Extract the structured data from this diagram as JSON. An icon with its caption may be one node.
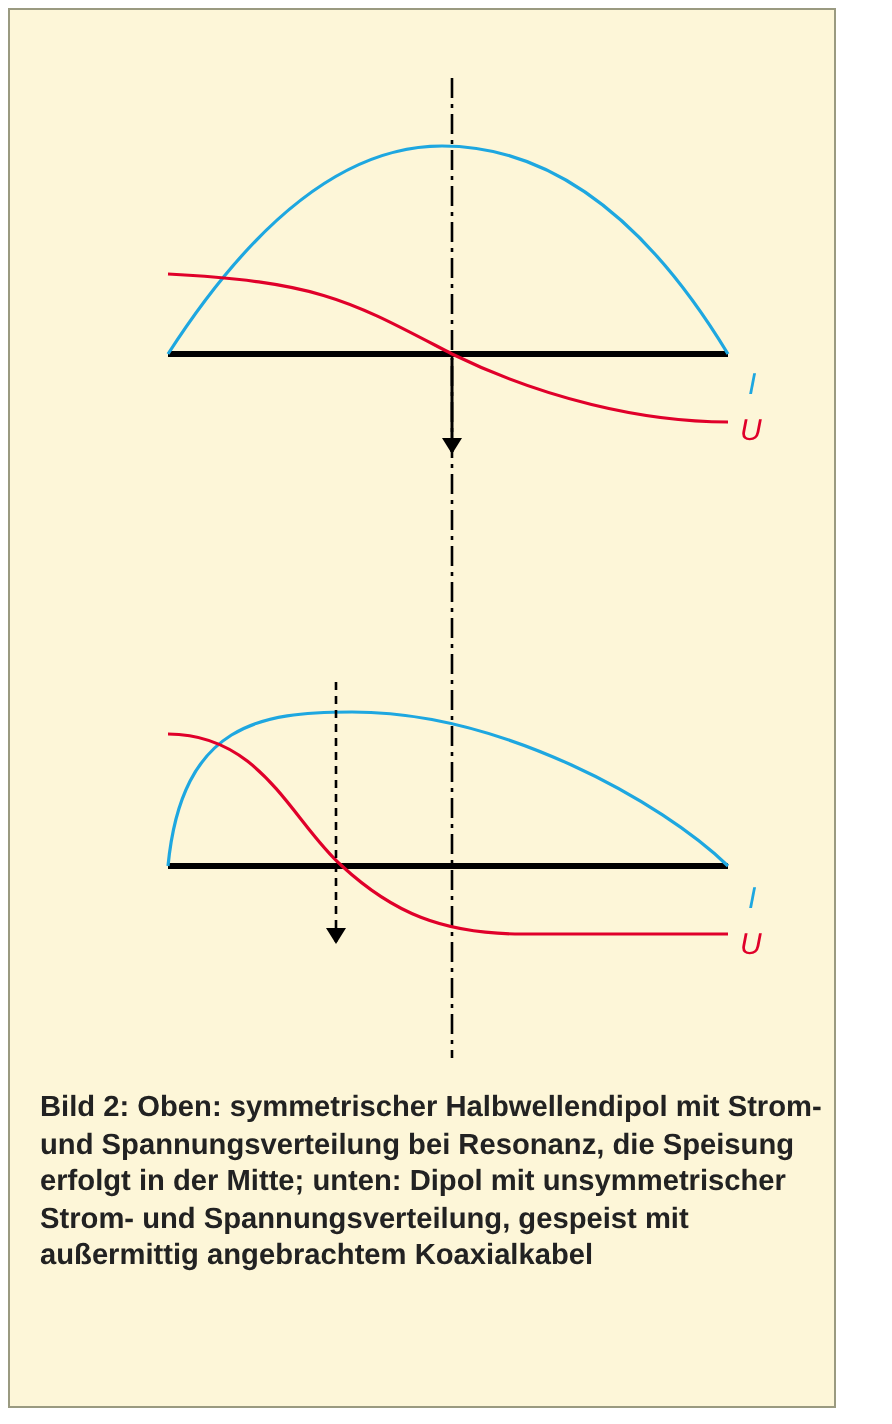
{
  "diagram": {
    "caption": "Bild 2: Oben: symmetrischer Halbwellendipol mit Strom- und Spannungsverteilung bei Resonanz, die Speisung erfolgt in der Mitte; unten: Dipol mit unsymmetrischer Strom- und Spannungsverteilung, gespeist mit außermittig angebrachtem Koaxialkabel",
    "labels": [
      "I",
      "U",
      "I",
      "U"
    ]
  }
}
